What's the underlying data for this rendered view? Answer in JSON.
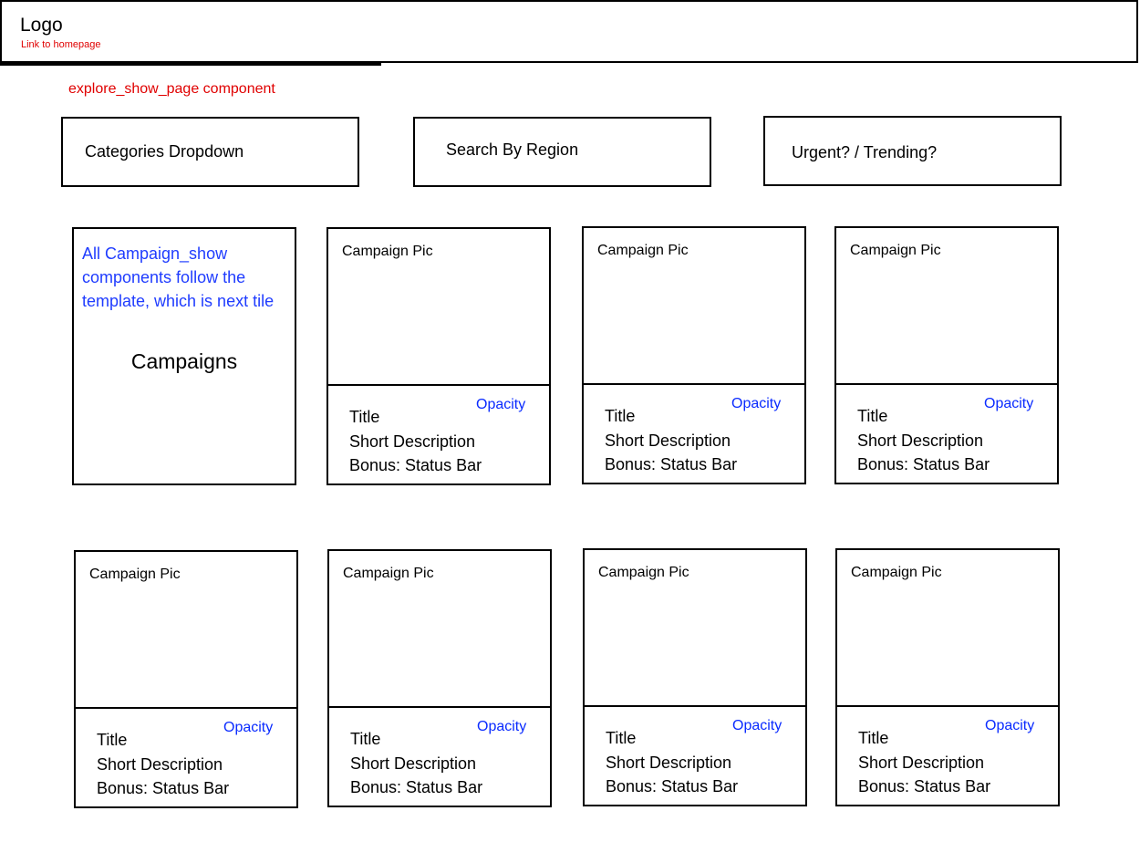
{
  "header": {
    "logo": "Logo",
    "logo_note": "Link to homepage"
  },
  "component_note": "explore_show_page component",
  "filters": {
    "categories": "Categories Dropdown",
    "region": "Search By Region",
    "urgent": "Urgent? / Trending?"
  },
  "template_tile": {
    "note": "All Campaign_show components follow the template, which is next tile",
    "heading": "Campaigns"
  },
  "card": {
    "pic_label": "Campaign Pic",
    "title": "Title",
    "description": "Short Description",
    "status": "Bonus: Status Bar",
    "opacity_note": "Opacity"
  },
  "colors": {
    "annotation_red": "#e00000",
    "annotation_blue": "#0a2bff",
    "border": "#000000"
  }
}
